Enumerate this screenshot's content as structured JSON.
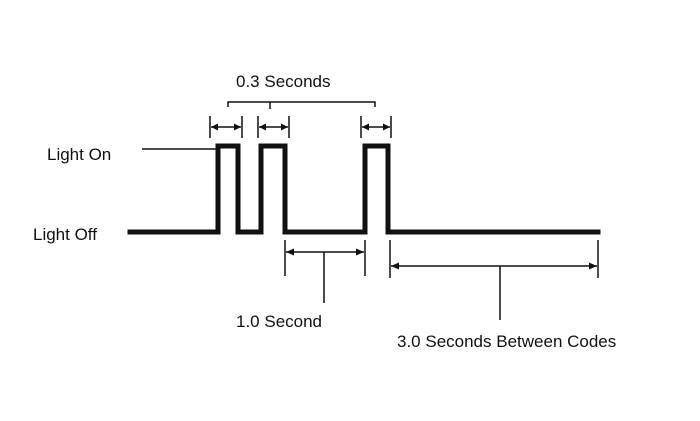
{
  "diagram": {
    "labels": {
      "light_on": "Light On",
      "light_off": "Light Off",
      "pulse_width": "0.3 Seconds",
      "gap_width": "1.0 Second",
      "between_codes": "3.0 Seconds Between Codes"
    },
    "colors": {
      "ink": "#111111",
      "background": "#ffffff"
    }
  }
}
